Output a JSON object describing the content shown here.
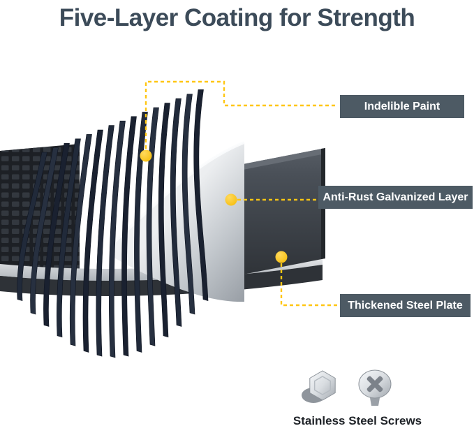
{
  "title": "Five-Layer Coating for Strength",
  "callouts": [
    {
      "label": "Indelible Paint"
    },
    {
      "label": "Anti-Rust Galvanized Layer"
    },
    {
      "label": "Thickened Steel Plate"
    }
  ],
  "screws": {
    "caption": "Stainless Steel Screws"
  },
  "colors": {
    "accent_yellow": "#FFC613",
    "callout_bg": "#4D5A64",
    "callout_text": "#FFFFFF",
    "title_text": "#3C4B59"
  }
}
